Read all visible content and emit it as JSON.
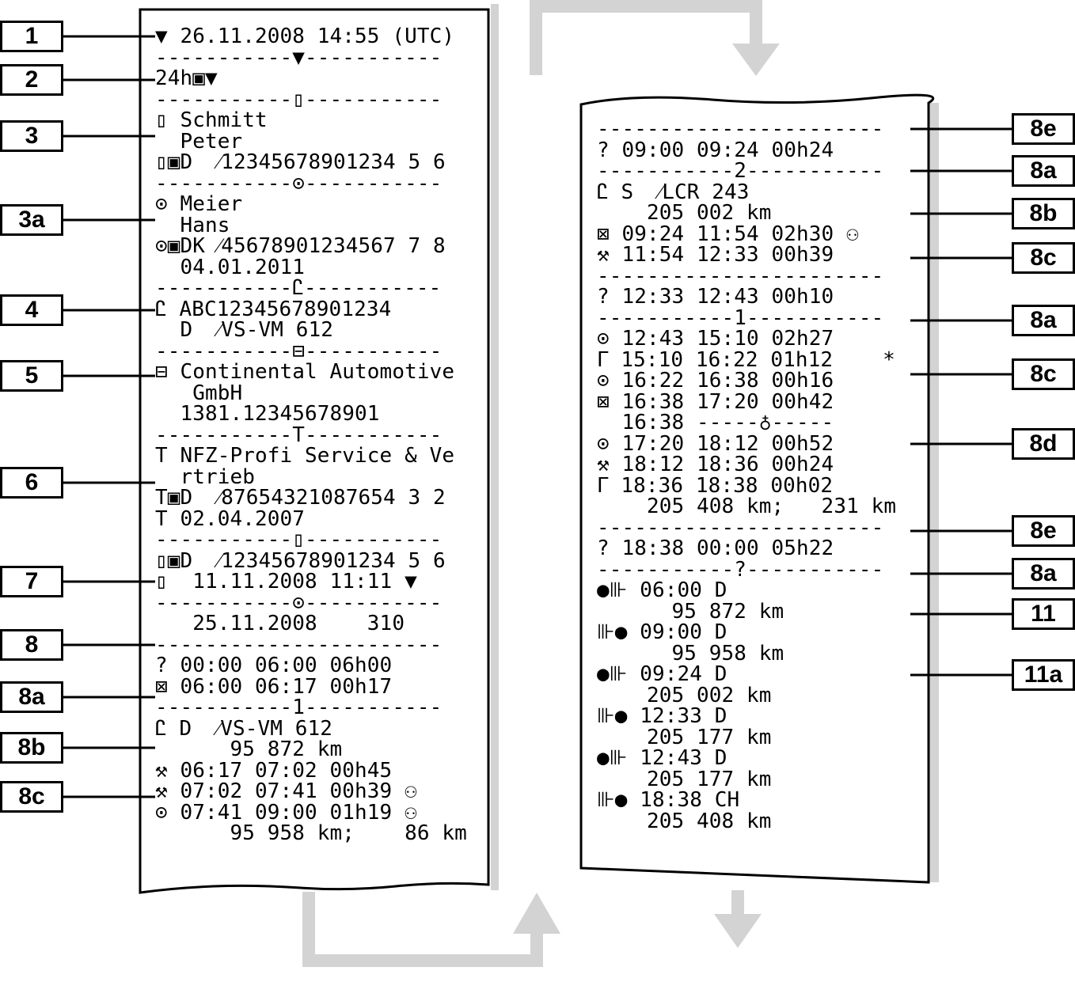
{
  "colors": {
    "arrow": "#d3d3d3",
    "ink": "#000000",
    "paper": "#ffffff"
  },
  "callouts_left": [
    "1",
    "2",
    "3",
    "3a",
    "4",
    "5",
    "6",
    "7",
    "8",
    "8a",
    "8b",
    "8c"
  ],
  "callouts_right": [
    "8e",
    "8a",
    "8b",
    "8c",
    "8a",
    "8c",
    "8d",
    "8e",
    "8a",
    "11",
    "11a"
  ],
  "printout_left": {
    "lines": [
      "▼ 26.11.2008 14:55 (UTC)",
      "-----------▼-----------",
      "24h▣▼",
      "-----------▯-----------",
      "▯ Schmitt",
      "  Peter",
      "▯▣D  ⁄12345678901234 5 6",
      "-----------⊙-----------",
      "⊙ Meier",
      "  Hans",
      "⊙▣DK ⁄45678901234567 7 8",
      "  04.01.2011",
      "-----------Ꮭ-----------",
      "Ꮭ ABC12345678901234",
      "  D  ⁄VS-VM 612",
      "-----------⊟-----------",
      "⊟ Continental Automotive",
      "   GmbH",
      "  1381.12345678901",
      "-----------T-----------",
      "T NFZ-Profi Service & Ve",
      "  rtrieb",
      "T▣D  ⁄87654321087654 3 2",
      "T 02.04.2007",
      "-----------▯-----------",
      "▯▣D  ⁄12345678901234 5 6",
      "▯  11.11.2008 11:11 ▼",
      "-----------⊙-----------",
      "   25.11.2008    310",
      "-----------------------",
      "? 00:00 06:00 06h00",
      "⊠ 06:00 06:17 00h17",
      "-----------1-----------",
      "Ꮭ D  ⁄VS-VM 612",
      "      95 872 km",
      "⚒ 06:17 07:02 00h45",
      "⚒ 07:02 07:41 00h39 ⚇",
      "⊙ 07:41 09:00 01h19 ⚇",
      "      95 958 km;    86 km"
    ]
  },
  "printout_right": {
    "lines": [
      "-----------------------",
      "? 09:00 09:24 00h24",
      "-----------2-----------",
      "Ꮭ S  ⁄LCR 243",
      "    205 002 km",
      "⊠ 09:24 11:54 02h30 ⚇",
      "⚒ 11:54 12:33 00h39",
      "-----------------------",
      "? 12:33 12:43 00h10",
      "-----------1-----------",
      "⊙ 12:43 15:10 02h27",
      "ᒥ 15:10 16:22 01h12    *",
      "⊙ 16:22 16:38 00h16",
      "⊠ 16:38 17:20 00h42",
      "  16:38 -----♁-----",
      "⊙ 17:20 18:12 00h52",
      "⚒ 18:12 18:36 00h24",
      "ᒥ 18:36 18:38 00h02",
      "    205 408 km;   231 km",
      "-----------------------",
      "? 18:38 00:00 05h22",
      "-----------?-----------",
      "●⊪ 06:00 D",
      "      95 872 km",
      "⊪● 09:00 D",
      "      95 958 km",
      "●⊪ 09:24 D",
      "    205 002 km",
      "⊪● 12:33 D",
      "    205 177 km",
      "●⊪ 12:43 D",
      "    205 177 km",
      "⊪● 18:38 CH",
      "    205 408 km"
    ]
  }
}
